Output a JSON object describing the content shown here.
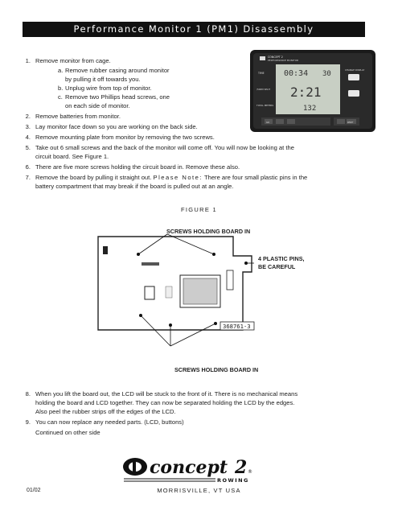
{
  "title": "Performance Monitor 1 (PM1) Disassembly",
  "steps": [
    {
      "num": "1.",
      "text": "Remove monitor from cage."
    },
    {
      "num": "2.",
      "text": "Remove batteries from monitor."
    },
    {
      "num": "3.",
      "text": "Lay monitor face down so you are working on the back side."
    },
    {
      "num": "4.",
      "text": "Remove mounting plate from monitor by removing the two screws."
    },
    {
      "num": "5.",
      "text": "Take out 6 small screws and the back of the monitor will come off. You will now be looking at the",
      "text2": "circuit board. See Figure 1."
    },
    {
      "num": "6.",
      "text": "There are five more screws holding the circuit board in. Remove these also."
    },
    {
      "num": "7.",
      "text": "Remove the board by pulling it straight out.",
      "note_label": "Please Note:",
      "text_after": "There are four small plastic pins in the",
      "text2": "battery compartment that may break if the board is pulled out at an angle."
    }
  ],
  "substeps": [
    {
      "letter": "a.",
      "line1": "Remove rubber casing around monitor",
      "line2": "by pulling it off towards you."
    },
    {
      "letter": "b.",
      "line1": "Unplug wire from top of monitor.",
      "line2": ""
    },
    {
      "letter": "c.",
      "line1": "Remove two Phillips head screws, one",
      "line2": "on each side of monitor."
    }
  ],
  "monitor": {
    "brand": "CONCEPT 2",
    "model": "PERFORMANCE MONITOR",
    "time_label": "TIME",
    "split_label": "/500M SPLIT",
    "total_label": "TOTAL METERS",
    "time": "00:34",
    "rate": "30",
    "split": "2:21",
    "meters": "132",
    "change_display": "CHANGE DISPLAY",
    "buttons": [
      "GO",
      "RESET"
    ]
  },
  "figure": {
    "label": "FIGURE 1",
    "screws_top": "SCREWS HOLDING BOARD IN",
    "pins_line1": "4 PLASTIC PINS,",
    "pins_line2": "BE CAREFUL",
    "part_number": "368761-3",
    "screws_bottom": "SCREWS HOLDING BOARD IN"
  },
  "bottom_steps": [
    {
      "num": "8.",
      "text": "When you lift the board out, the LCD will be stuck to the front of it.  There is no mechanical means",
      "text2": "holding the board and LCD together. They can now be separated holding the LCD by the edges.",
      "text3": "Also peel the rubber strips off the edges of the LCD."
    },
    {
      "num": "9.",
      "text": "You can now replace any needed parts.  (LCD, buttons)",
      "text2": "Continued on other side"
    }
  ],
  "footer": {
    "logo_text": "concept",
    "logo_num": "2",
    "logo_reg": "®",
    "logo_sub": "ROWING",
    "date": "01/02",
    "location": "MORRISVILLE, VT  USA"
  }
}
